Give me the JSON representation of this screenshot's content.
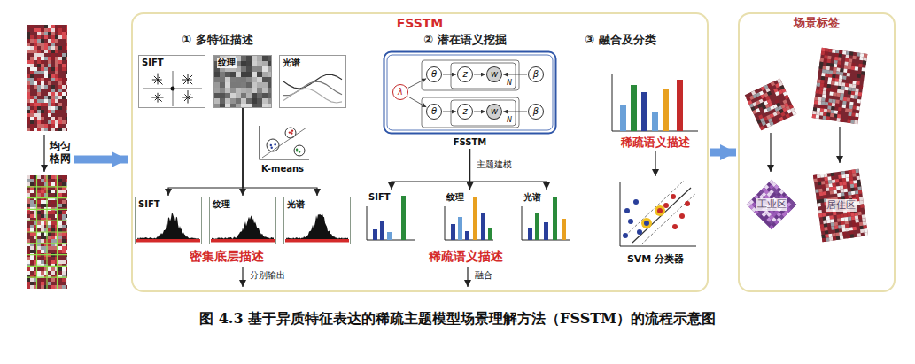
{
  "diagram": {
    "caption": "图 4.3 基于异质特征表达的稀疏主题模型场景理解方法（FSSTM）的流程示意图",
    "nodes": [
      {
        "text": [
          "FSSTM"
        ]
      },
      {
        "text": [
          "SIFT"
        ],
        "in": 0
      },
      {
        "text": [
          "纹理"
        ],
        "in": 0
      },
      {
        "text": [
          "光谱"
        ],
        "in": 0
      },
      {
        "text": [
          "K-means"
        ],
        "in": 0
      },
      {
        "text": [
          "SIFT"
        ],
        "in": 0
      },
      {
        "text": [
          "纹理"
        ],
        "in": 0
      },
      {
        "text": [
          "光谱"
        ],
        "in": 0
      },
      {
        "text": [
          "FSSTM"
        ],
        "in": 0
      },
      {
        "text": [
          "λ"
        ],
        "in": 8
      },
      {
        "text": [
          "θ"
        ],
        "in": 8
      },
      {
        "text": [
          "z"
        ],
        "in": 8
      },
      {
        "text": [
          "w"
        ],
        "in": 8
      },
      {
        "text": [
          "β"
        ],
        "in": 8
      },
      {
        "text": [
          "θ"
        ],
        "in": 8
      },
      {
        "text": [
          "z"
        ],
        "in": 8
      },
      {
        "text": [
          "w"
        ],
        "in": 8
      },
      {
        "text": [
          "β"
        ],
        "in": 8
      },
      {
        "text": [
          "SIFT"
        ],
        "in": 0
      },
      {
        "text": [
          "纹理"
        ],
        "in": 0
      },
      {
        "text": [
          "光谱"
        ],
        "in": 0
      },
      {
        "text": [
          "稀疏语义描述"
        ],
        "in": 0
      },
      {
        "text": [
          "SVM 分类器"
        ],
        "in": 0
      },
      {
        "text": [
          "场景标签"
        ]
      },
      {
        "text": [
          "工业区"
        ],
        "in": 23
      },
      {
        "text": [
          "居住区"
        ],
        "in": 23
      }
    ],
    "edges": [
      {
        "from": 2,
        "to": 5,
        "arrow": "to"
      },
      {
        "from": 2,
        "to": 6,
        "arrow": "to"
      },
      {
        "from": 2,
        "to": 7,
        "arrow": "to"
      },
      {
        "from": 8,
        "to": 18,
        "arrow": "to",
        "label": "主题建模"
      },
      {
        "from": 8,
        "to": 19,
        "arrow": "to"
      },
      {
        "from": 8,
        "to": 20,
        "arrow": "to"
      },
      {
        "from": 21,
        "to": 22,
        "arrow": "to"
      },
      {
        "from": 0,
        "to": 23,
        "arrow": "to"
      },
      {
        "from": 9,
        "to": 10,
        "arrow": "to"
      },
      {
        "from": 9,
        "to": 14,
        "arrow": "to"
      },
      {
        "from": 10,
        "to": 11,
        "arrow": "to"
      },
      {
        "from": 11,
        "to": 12,
        "arrow": "to"
      },
      {
        "from": 13,
        "to": 12,
        "arrow": "to"
      },
      {
        "from": 14,
        "to": 15,
        "arrow": "to"
      },
      {
        "from": 15,
        "to": 16,
        "arrow": "to"
      },
      {
        "from": 17,
        "to": 16,
        "arrow": "to"
      }
    ],
    "labels": [
      "均匀格网",
      "① 多特征描述",
      "② 潜在语义挖掘",
      "③ 融合及分类",
      "密集底层描述",
      "分别输出",
      "稀疏语义描述",
      "融合",
      "N",
      "N"
    ]
  }
}
